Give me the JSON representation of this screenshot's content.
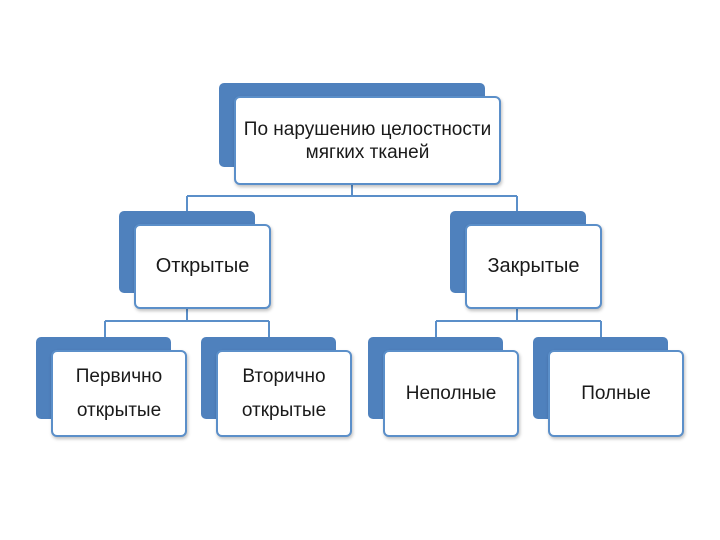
{
  "colors": {
    "box_back": "#4f81bd",
    "box_border": "#5b8fc9",
    "connector": "#5b8fc9",
    "text": "#1a1a1a",
    "background": "#ffffff"
  },
  "root": {
    "label": "По нарушению целостности мягких тканей"
  },
  "level1": [
    {
      "label": "Открытые"
    },
    {
      "label": "Закрытые"
    }
  ],
  "level2": [
    {
      "label": "Первично открытые"
    },
    {
      "label": "Вторично открытые"
    },
    {
      "label": "Неполные"
    },
    {
      "label": "Полные"
    }
  ]
}
